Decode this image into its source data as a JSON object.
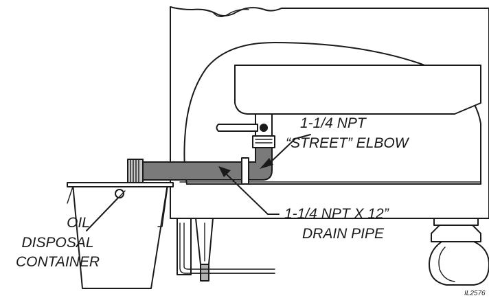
{
  "labels": {
    "elbow_line1": "1-1/4 NPT",
    "elbow_line2": "“STREET” ELBOW",
    "pipe_line1": "1-1/4 NPT X 12”",
    "pipe_line2": "DRAIN PIPE",
    "container_line1": "OIL",
    "container_line2": "DISPOSAL",
    "container_line3": "CONTAINER",
    "figure_id": "IL2576"
  },
  "colors": {
    "line": "#1a1a1a",
    "pipe_fill": "#7a7a7a",
    "light_fill": "#c8c8c8",
    "background": "#ffffff"
  }
}
